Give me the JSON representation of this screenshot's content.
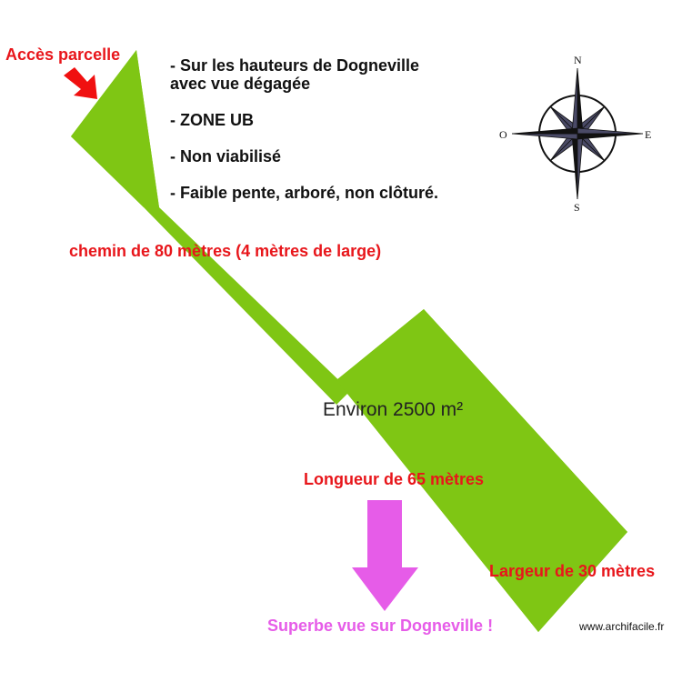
{
  "labels": {
    "access": "Accès parcelle",
    "path": "chemin de 80 mètres (4 mètres de large)",
    "area": "Environ 2500 m²",
    "length": "Longueur de 65 mètres",
    "width": "Largeur de 30 mètres",
    "view": "Superbe vue sur Dogneville !",
    "credit": "www.archifacile.fr"
  },
  "bullets": [
    "- Sur les hauteurs de Dogneville\navec vue dégagée",
    "- ZONE UB",
    "- Non viabilisé",
    "- Faible pente, arboré, non clôturé."
  ],
  "compass": {
    "north": "N",
    "south": "S",
    "east": "E",
    "west": "O"
  },
  "colors": {
    "plot": "#7fc614",
    "access_arrow": "#f01010",
    "view_arrow": "#e65ce8",
    "label_red": "#e8161b",
    "compass_needle": "#4a4a66"
  }
}
